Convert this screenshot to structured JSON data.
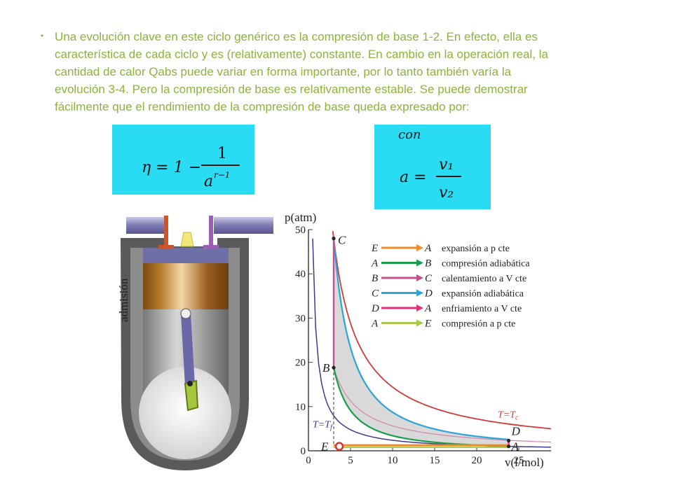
{
  "paragraph": {
    "bullet": "•",
    "lines": [
      "Una evolución clave en este ciclo genérico es la compresión de base 1-2. En efecto, ella es",
      "característica de cada ciclo y es (relativamente)  constante. En cambio en la operación real, la",
      "cantidad de calor Qabs puede variar en forma importante, por lo tanto también varía la",
      "evolución 3-4. Pero la compresión de base es relativamente estable. Se puede demostrar",
      "fácilmente que el rendimiento de la compresión de base queda expresado por:"
    ]
  },
  "formula_efficiency": {
    "lhs": "η = 1 −",
    "numerator": "1",
    "denominator": "a",
    "exponent": "r−1"
  },
  "formula_ratio": {
    "con": "con",
    "lhs": "a =",
    "numerator": "v₁",
    "denominator": "v₂"
  },
  "engine": {
    "side_label": "admisión"
  },
  "colors": {
    "text_green": "#8db33a",
    "formula_bg": "#29dcf4",
    "E_A": "#f08c28",
    "A_B": "#1b9e4b",
    "B_C": "#c0508f",
    "C_D": "#2aa5d8",
    "D_A": "#e0307a",
    "A_E": "#a9c94a",
    "isotherm_hot": "#d03a3a",
    "isotherm_cold": "#3c3a8c"
  },
  "chart_data": {
    "type": "line",
    "xlabel": "v(l/mol)",
    "ylabel": "p(atm)",
    "xlim": [
      0,
      30
    ],
    "ylim": [
      0,
      50
    ],
    "xticks": [
      0,
      5,
      10,
      15,
      20,
      25
    ],
    "yticks": [
      0,
      10,
      20,
      30,
      40,
      50
    ],
    "points": [
      {
        "label": "C",
        "x": 3,
        "y": 48
      },
      {
        "label": "B",
        "x": 3,
        "y": 18.8
      },
      {
        "label": "E",
        "x": 3,
        "y": 1
      },
      {
        "label": "D",
        "x": 23.8,
        "y": 2.3
      },
      {
        "label": "A",
        "x": 23.8,
        "y": 1
      }
    ],
    "curve_labels": [
      {
        "text": "T=T",
        "sub": "c",
        "x": 22.5,
        "y": 7.5
      },
      {
        "text": "T=T",
        "sub": "f",
        "x": 0.5,
        "y": 5.3
      }
    ],
    "legend": [
      {
        "from": "E",
        "to": "A",
        "text": "expansión a p cte"
      },
      {
        "from": "A",
        "to": "B",
        "text": "compresión adiabática"
      },
      {
        "from": "B",
        "to": "C",
        "text": "calentamiento a V cte"
      },
      {
        "from": "C",
        "to": "D",
        "text": "expansión adiabática"
      },
      {
        "from": "D",
        "to": "A",
        "text": "enfriamiento a V cte"
      },
      {
        "from": "A",
        "to": "E",
        "text": "compresión a p cte"
      }
    ]
  }
}
